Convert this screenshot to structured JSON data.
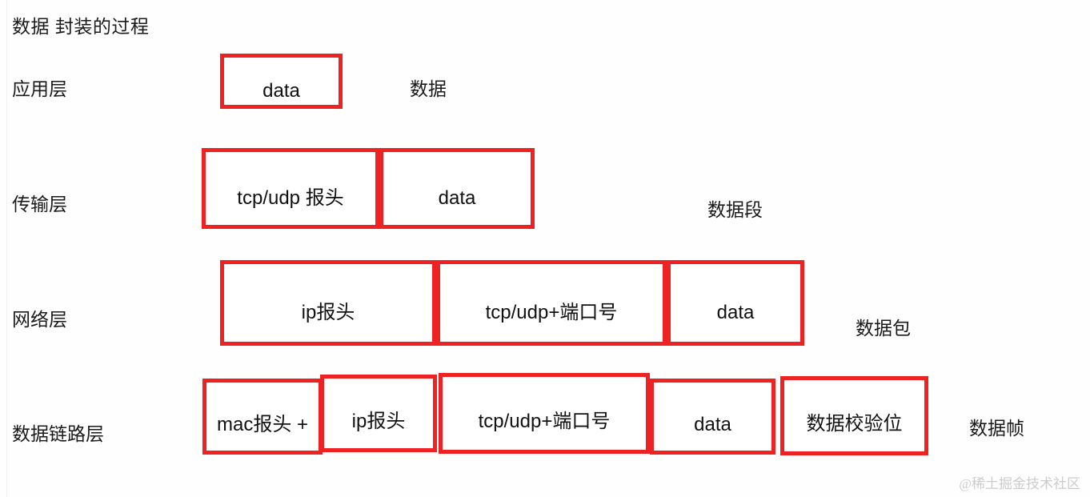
{
  "diagram": {
    "title": "数据 封装的过程",
    "watermark": "@稀土掘金技术社区",
    "accent_color": "#ee2222",
    "background_color": "#fefefe",
    "text_color": "#111111"
  },
  "layers": [
    {
      "name": "application",
      "label": "应用层",
      "unit_label": "数据",
      "cells": [
        {
          "text": "data"
        }
      ]
    },
    {
      "name": "transport",
      "label": "传输层",
      "unit_label": "数据段",
      "cells": [
        {
          "text": "tcp/udp 报头"
        },
        {
          "text": "data"
        }
      ]
    },
    {
      "name": "network",
      "label": "网络层",
      "unit_label": "数据包",
      "cells": [
        {
          "text": "ip报头"
        },
        {
          "text": "tcp/udp+端口号"
        },
        {
          "text": "data"
        }
      ]
    },
    {
      "name": "data-link",
      "label": "数据链路层",
      "unit_label": "数据帧",
      "cells": [
        {
          "text": "mac报头 +"
        },
        {
          "text": "ip报头"
        },
        {
          "text": "tcp/udp+端口号"
        },
        {
          "text": "data"
        },
        {
          "text": "数据校验位"
        }
      ]
    }
  ]
}
